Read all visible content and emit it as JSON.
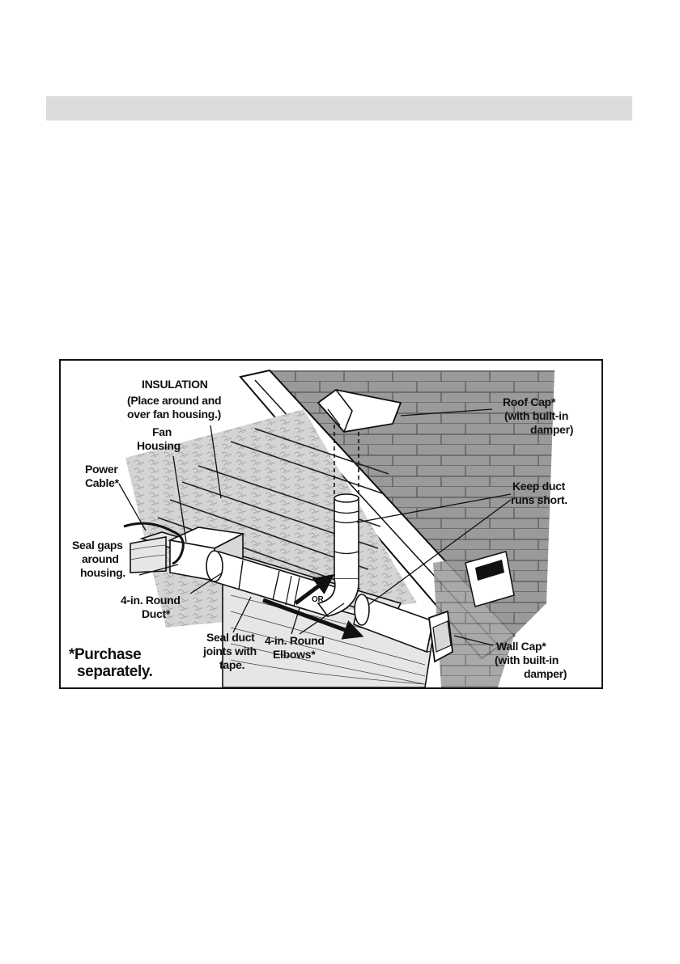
{
  "diagram": {
    "labels": {
      "insulation_title": "INSULATION",
      "insulation_note_1": "(Place around and",
      "insulation_note_2": "over fan housing.)",
      "fan_housing_1": "Fan",
      "fan_housing_2": "Housing",
      "power_cable_1": "Power",
      "power_cable_2": "Cable*",
      "seal_gaps_1": "Seal gaps",
      "seal_gaps_2": "around",
      "seal_gaps_3": "housing.",
      "round_duct_1": "4-in. Round",
      "round_duct_2": "Duct*",
      "seal_joints_1": "Seal duct",
      "seal_joints_2": "joints with",
      "seal_joints_3": "tape.",
      "elbows_1": "4-in. Round",
      "elbows_2": "Elbows*",
      "purchase_1": "*Purchase",
      "purchase_2": "separately.",
      "roof_cap_1": "Roof Cap*",
      "roof_cap_2": "(with built-in",
      "roof_cap_3": "damper)",
      "keep_short_1": "Keep duct",
      "keep_short_2": "runs short.",
      "wall_cap_1": "Wall Cap*",
      "wall_cap_2": "(with built-in",
      "wall_cap_3": "damper)",
      "or": "OR"
    }
  }
}
